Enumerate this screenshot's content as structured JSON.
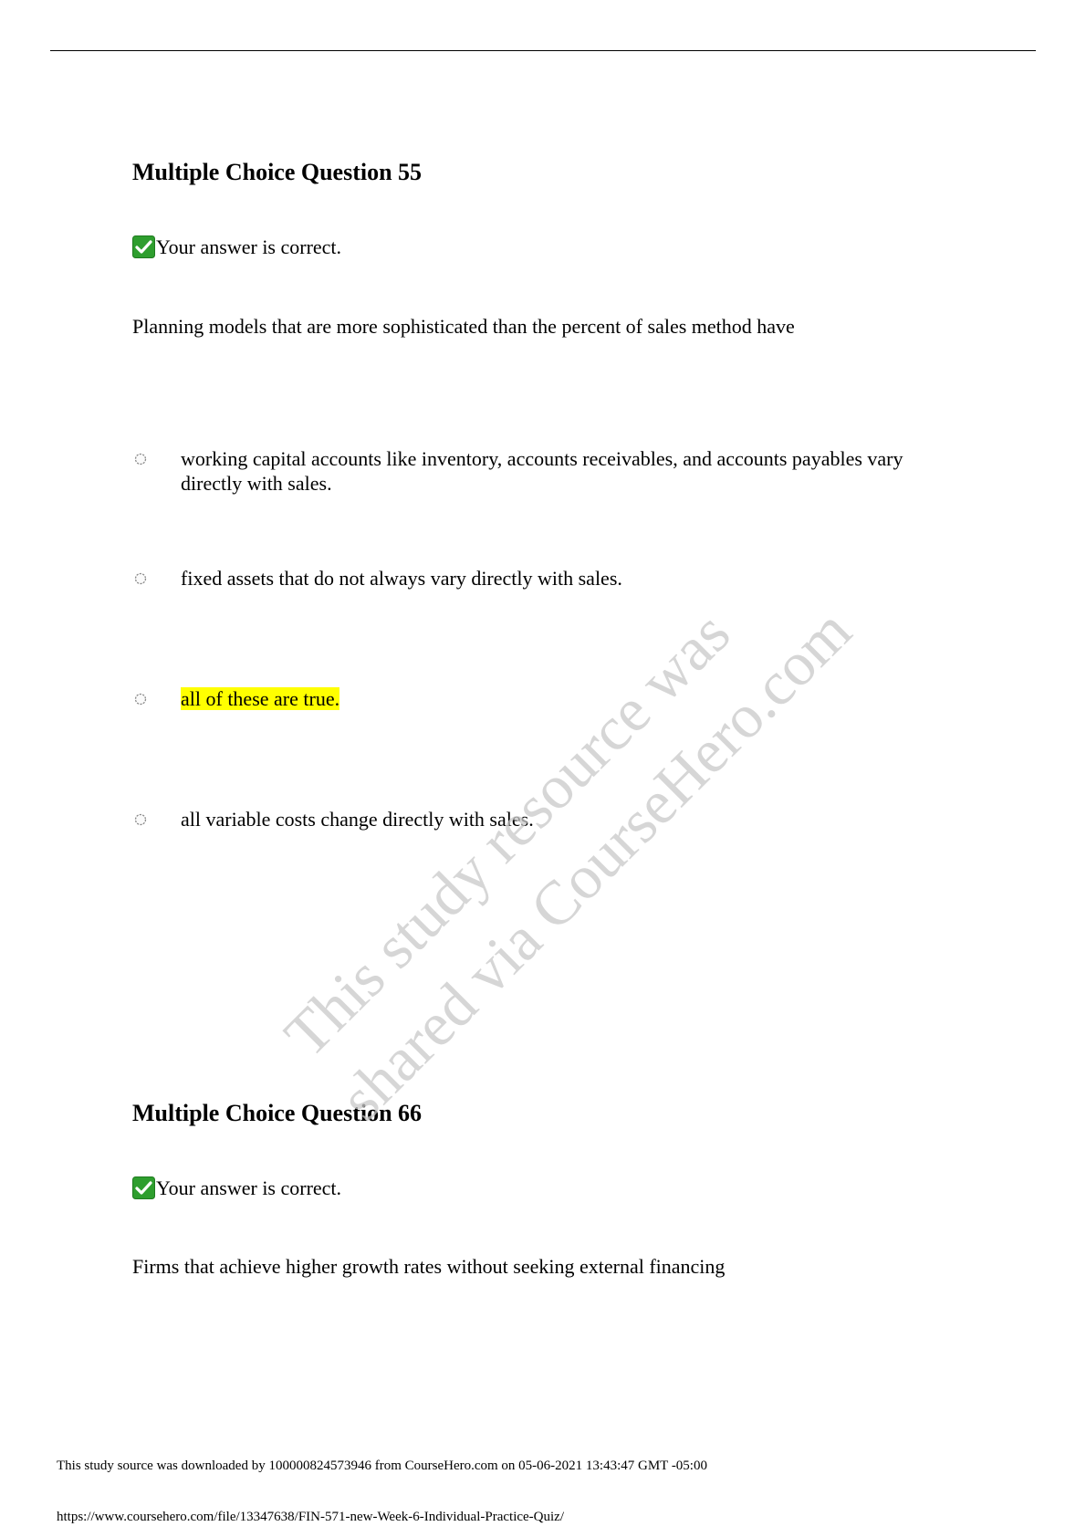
{
  "questions": [
    {
      "heading": "Multiple Choice Question 55",
      "status": "Your answer is correct.",
      "prompt": "Planning models that are more sophisticated than the percent of sales method have",
      "options": [
        {
          "text": "working capital accounts like inventory, accounts receivables, and accounts payables vary directly with sales.",
          "highlighted": false
        },
        {
          "text": "fixed assets that do not always vary directly with sales.",
          "highlighted": false
        },
        {
          "text": "all of these are true.",
          "highlighted": true
        },
        {
          "text": "all variable costs change directly with sales.",
          "highlighted": false
        }
      ]
    },
    {
      "heading": "Multiple Choice Question 66",
      "status": "Your answer is correct.",
      "prompt": "Firms that achieve higher growth rates without seeking external financing"
    }
  ],
  "watermark": {
    "line1": "This study resource was",
    "line2": "shared via CourseHero.com"
  },
  "footer": {
    "download_note": "This study source was downloaded by 100000824573946 from CourseHero.com on 05-06-2021 13:43:47 GMT -05:00",
    "url": "https://www.coursehero.com/file/13347638/FIN-571-new-Week-6-Individual-Practice-Quiz/"
  },
  "colors": {
    "highlight": "#ffff00",
    "check_green": "#2e9e2e",
    "watermark_gray": "#c8c8c8"
  },
  "icons": {
    "status": "check-icon",
    "option": "radio-icon"
  }
}
